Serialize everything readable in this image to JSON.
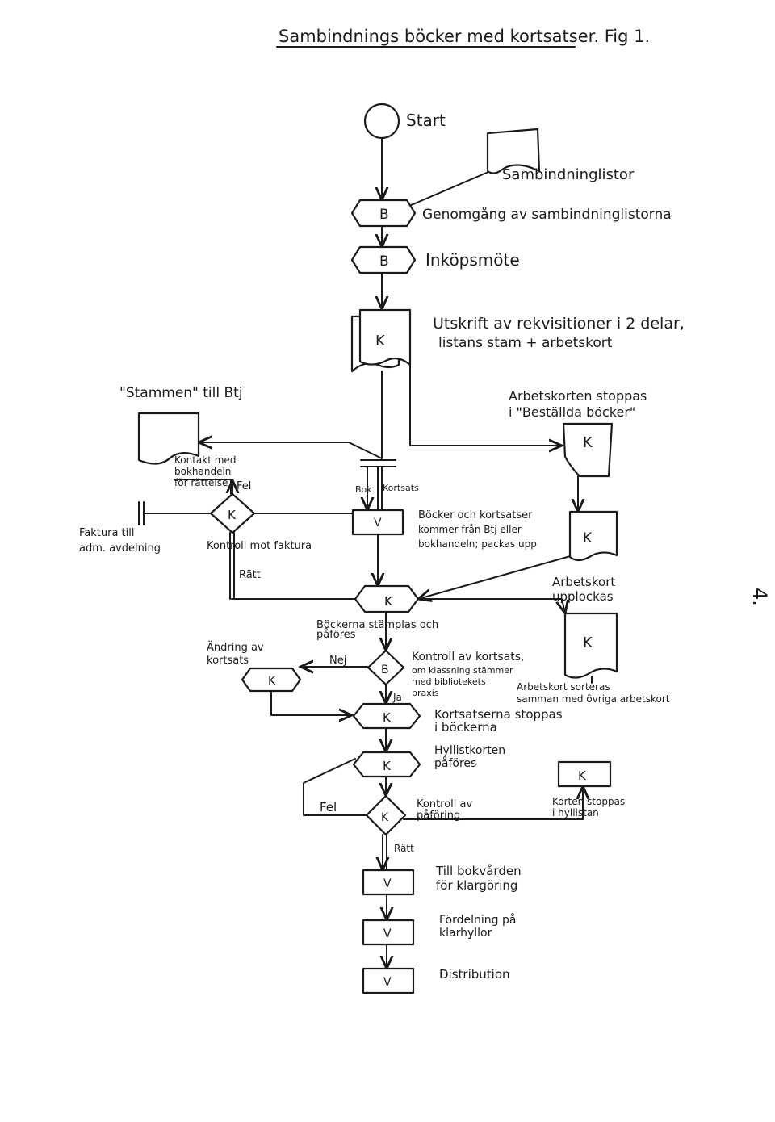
{
  "title": "Sambindnings böcker med kortsatser. Fig 1.",
  "page_marker": "4.",
  "nodes": {
    "start": "Start",
    "sambindning_doc": "Sambindninglistor",
    "b1": "B",
    "b1_text": "Genomgång av sambindninglistorna",
    "b2": "B",
    "b2_text": "Inköpsmöte",
    "k_doc": "K",
    "k_doc_text_1": "Utskrift av rekvisitioner i 2 delar,",
    "k_doc_text_2": "listans stam + arbetskort",
    "stammen_text": "\"Stammen\" till Btj",
    "arbetskort_text_1": "Arbetskorten stoppas",
    "arbetskort_text_2": "i \"Beställda böcker\"",
    "k_file": "K",
    "kontakt_1": "Kontakt med",
    "kontakt_2": "bokhandeln",
    "kontakt_3": "för rättelse",
    "fel_1": "Fel",
    "bok_label": "Bok",
    "kortsats_label": "Kortsats",
    "faktura_1": "Faktura till",
    "faktura_2": "adm. avdelning",
    "k_diamond1": "K",
    "kontroll_faktura": "Kontroll mot faktura",
    "v1": "V",
    "bocker_1": "Böcker och kortsatser",
    "bocker_2": "kommer från Btj eller",
    "bocker_3": "bokhandeln; packas upp",
    "k_doc2": "K",
    "ratt_1": "Rätt",
    "arbetskort_upp_1": "Arbetskort",
    "arbetskort_upp_2": "upplockas",
    "k_hex1": "K",
    "stamplas_1": "Böckerna stämplas och",
    "stamplas_2": "påföres",
    "k_doc3": "K",
    "andring_1": "Ändring av",
    "andring_2": "kortsats",
    "nej": "Nej",
    "k_hex_left": "K",
    "b_diamond": "B",
    "kontroll_kortsats_1": "Kontroll av kortsats,",
    "kontroll_kortsats_2": "om klassning stämmer",
    "kontroll_kortsats_3": "med bibliotekets",
    "kontroll_kortsats_4": "praxis",
    "ja": "Ja",
    "sorteras_1": "Arbetskort sorteras",
    "sorteras_2": "samman med övriga arbetskort",
    "k_hex2": "K",
    "kortsatser_stoppas_1": "Kortsatserna stoppas",
    "kortsatser_stoppas_2": "i böckerna",
    "k_hex3": "K",
    "hyllkort_1": "Hyllistkorten",
    "hyllkort_2": "påföres",
    "k_box": "K",
    "korten_stoppas_1": "Korten stoppas",
    "korten_stoppas_2": "i hyllistan",
    "fel_2": "Fel",
    "k_diamond2": "K",
    "kontroll_paforing_1": "Kontroll av",
    "kontroll_paforing_2": "påföring",
    "ratt_2": "Rätt",
    "v2": "V",
    "bokvarden_1": "Till bokvården",
    "bokvarden_2": "för klargöring",
    "v3": "V",
    "fordelning_1": "Fördelning på",
    "fordelning_2": "klarhyllor",
    "v4": "V",
    "distribution": "Distribution"
  }
}
